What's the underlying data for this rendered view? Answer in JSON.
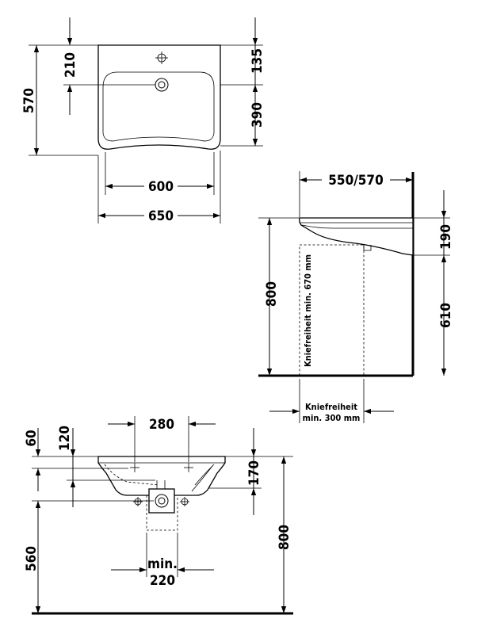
{
  "top_view": {
    "dims": {
      "total_height": "570",
      "tap_offset": "210",
      "top_margin": "135",
      "bowl_depth": "390",
      "inner_width": "600",
      "outer_width": "650"
    }
  },
  "side_view": {
    "dims": {
      "depth": "550/570",
      "rim_height": "190",
      "lower_height": "610",
      "floor_to_rim": "800"
    },
    "knee_height_note": "Kniefreiheit min. 670 mm",
    "knee_depth_note_line1": "Kniefreiheit",
    "knee_depth_note_line2": "min. 300 mm"
  },
  "front_view": {
    "dims": {
      "rim_60": "60",
      "rim_120": "120",
      "hole_spacing": "280",
      "depth_170": "170",
      "total_800": "800",
      "waste_560": "560",
      "min_label": "min.",
      "min_220": "220"
    }
  }
}
